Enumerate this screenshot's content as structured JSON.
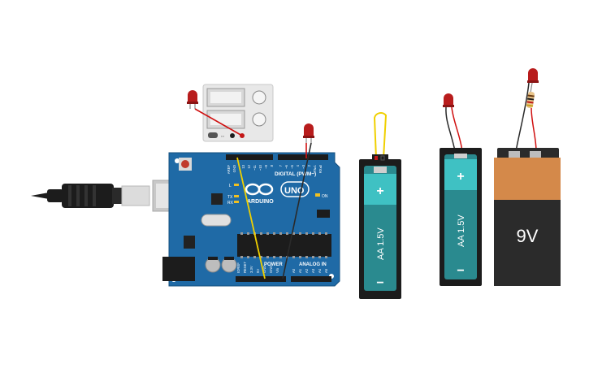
{
  "canvas": {
    "background": "#ffffff",
    "components": [
      "usb-cable",
      "arduino-uno",
      "power-supply",
      "led",
      "led",
      "led",
      "led",
      "aa-battery-holder",
      "aa-battery-holder",
      "9v-battery",
      "resistor",
      "wire-yellow",
      "wire-black",
      "wire-red"
    ]
  },
  "arduino": {
    "board_color": "#1f6aa6",
    "logo_text": "ARDUINO",
    "model_text": "UNO",
    "digital_label": "DIGITAL (PWM~)",
    "power_label": "POWER",
    "analog_label": "ANALOG IN",
    "on_label": "ON",
    "l_label": "L",
    "tx_label": "TX",
    "rx_label": "RX",
    "aref_label": "AREF",
    "gnd_label": "GND",
    "digital_pins": [
      "13",
      "12",
      "~11",
      "~10",
      "~9",
      "8",
      "7",
      "~6",
      "~5",
      "4",
      "~3",
      "2",
      "TX▸1",
      "RX◂0"
    ],
    "power_pins": [
      "IOREF",
      "RESET",
      "3.3V",
      "5V",
      "GND",
      "GND",
      "Vin"
    ],
    "analog_pins": [
      "A0",
      "A1",
      "A2",
      "A3",
      "A4",
      "A5"
    ]
  },
  "power_supply": {
    "body_color": "#e8e8e8"
  },
  "batteries": {
    "aa_1": {
      "label": "AA 1.5V",
      "plus": "+",
      "minus": "−",
      "color": "#2a8a8f",
      "cap_color": "#3fc1c3"
    },
    "aa_2": {
      "label": "AA 1.5V",
      "plus": "+",
      "minus": "−",
      "color": "#2a8a8f",
      "cap_color": "#3fc1c3"
    },
    "nine_v": {
      "label": "9V",
      "top_color": "#d4894a",
      "body_color": "#2b2b2b"
    }
  },
  "colors": {
    "led_red": "#c0201e",
    "wire_yellow": "#f0d000",
    "wire_black": "#333333",
    "wire_red": "#d01010",
    "usb_black": "#1c1c1c",
    "usb_metal": "#d9d9d9"
  }
}
